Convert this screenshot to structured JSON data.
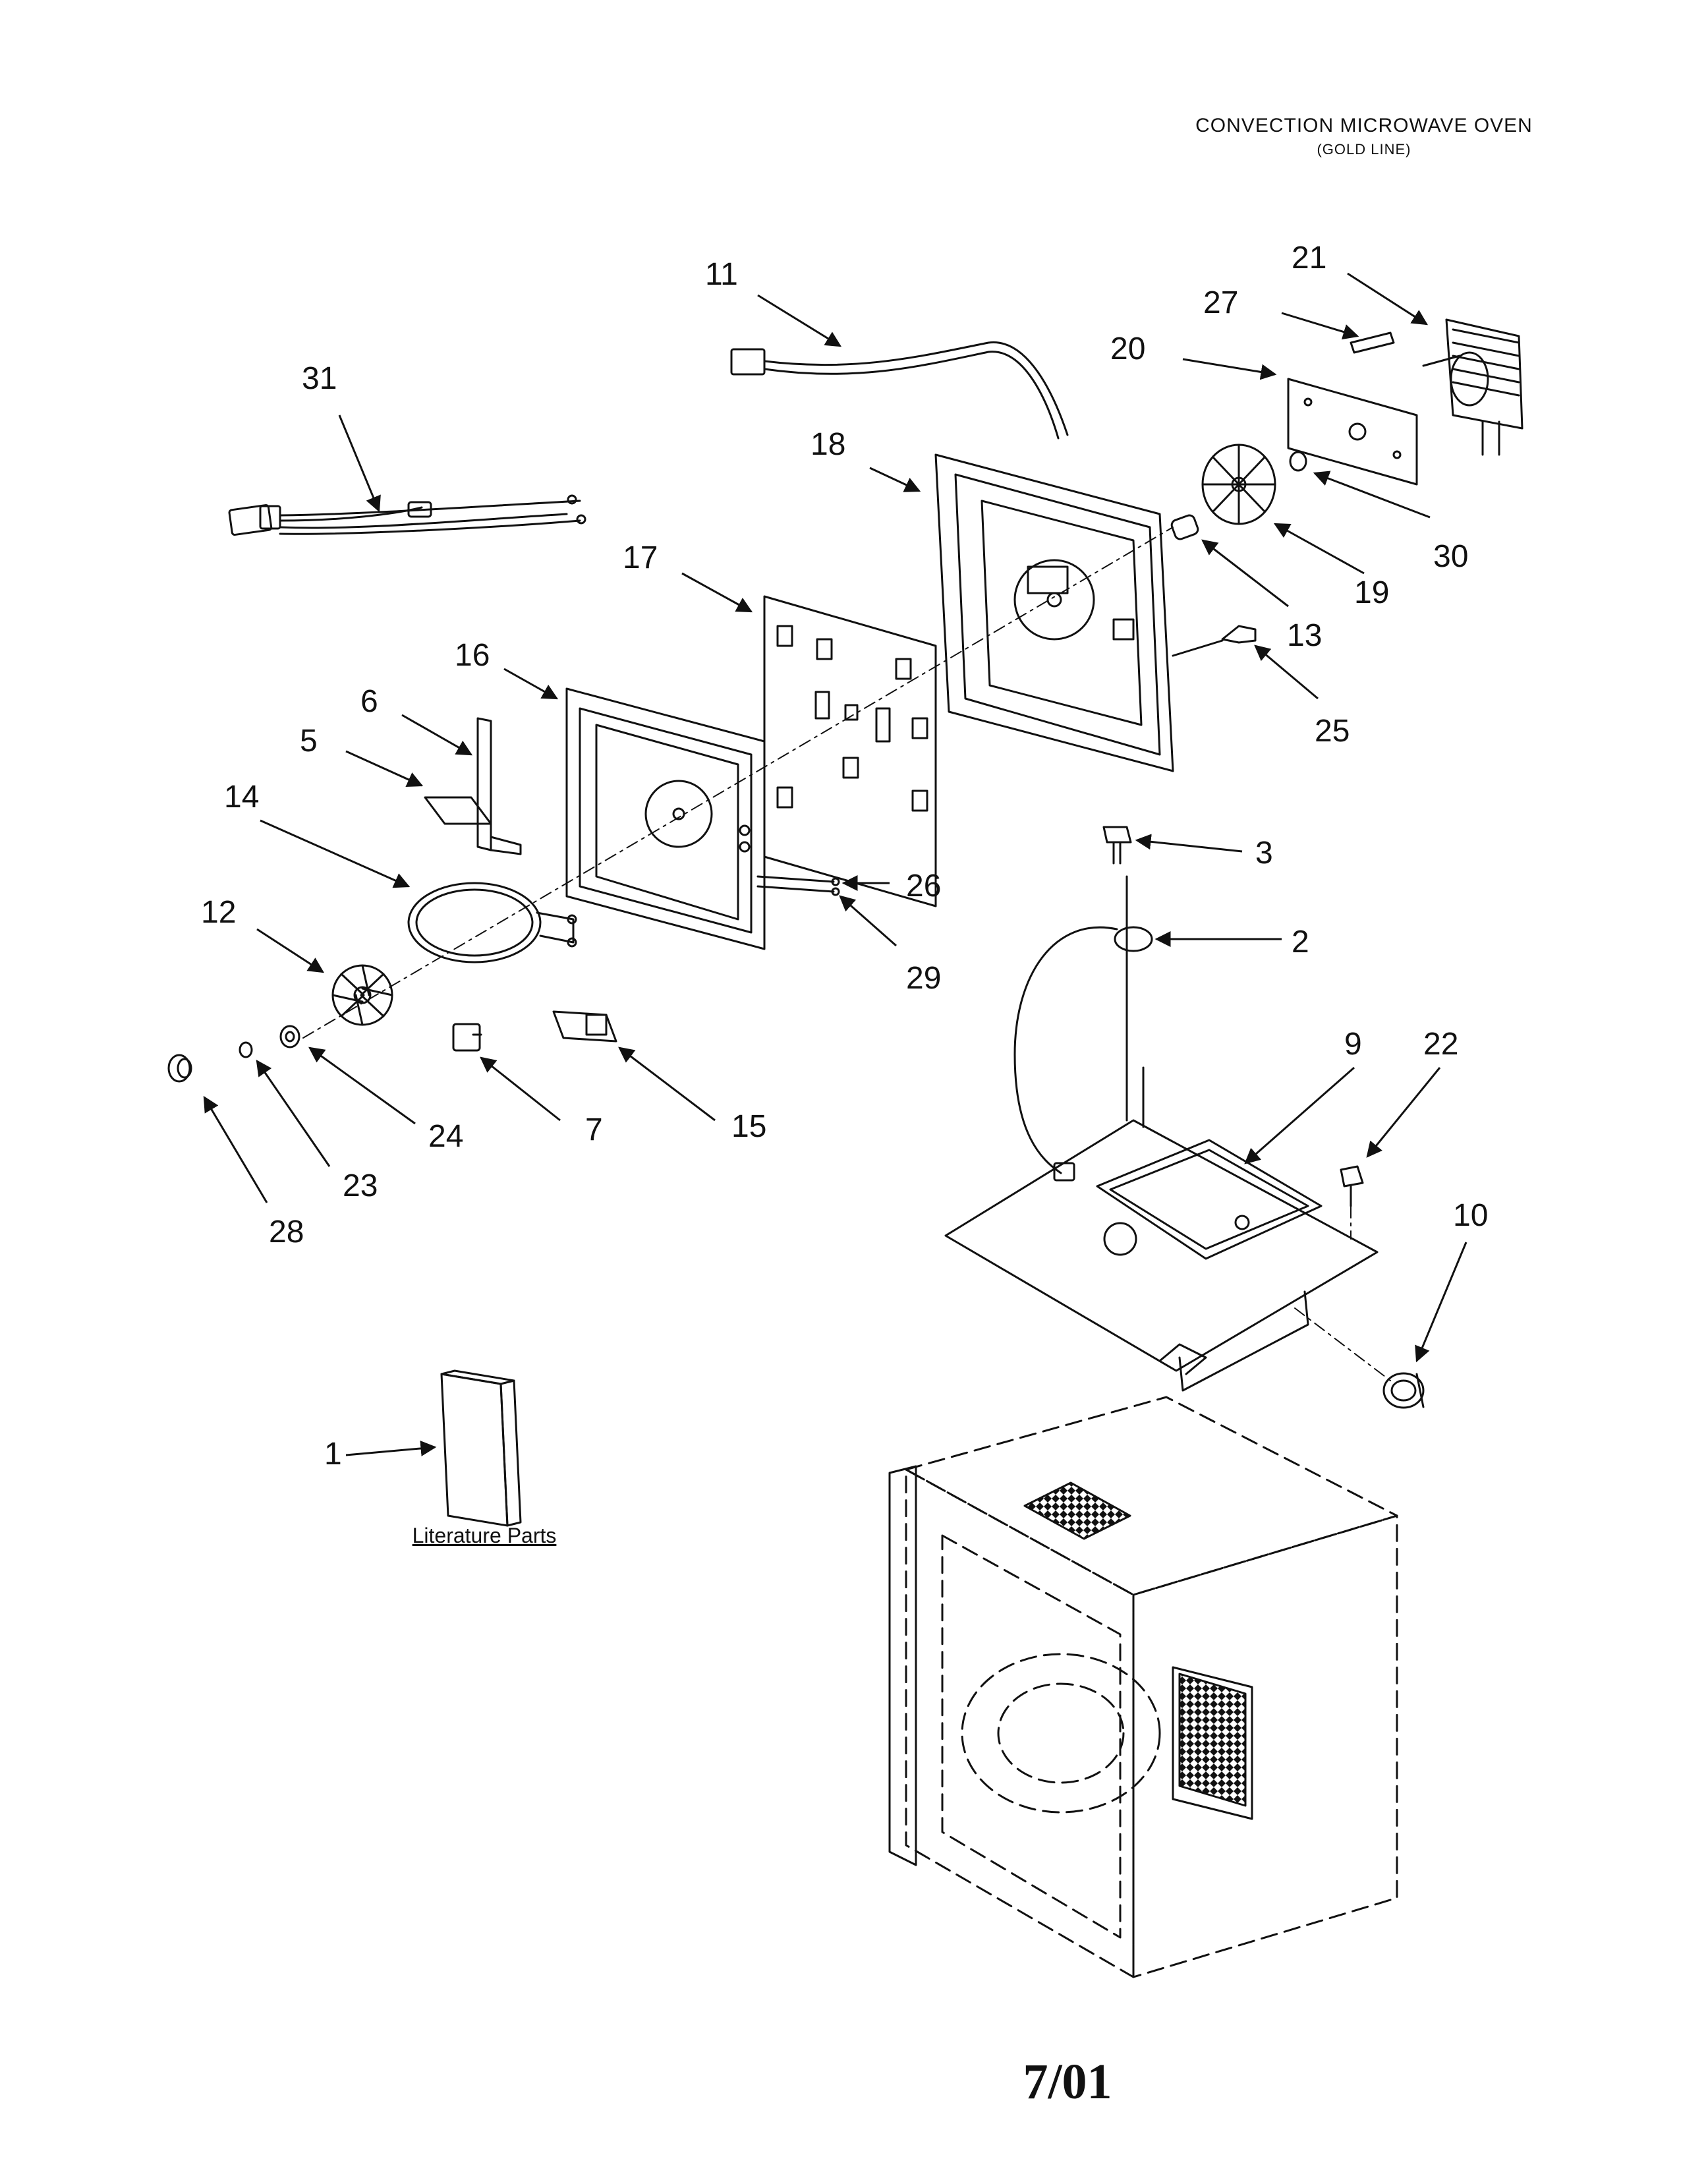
{
  "header": {
    "title": "CONVECTION MICROWAVE OVEN",
    "subtitle": "(GOLD LINE)"
  },
  "callouts": {
    "c1": "1",
    "c2": "2",
    "c3": "3",
    "c5": "5",
    "c6": "6",
    "c7": "7",
    "c9": "9",
    "c10": "10",
    "c11": "11",
    "c12": "12",
    "c13": "13",
    "c14": "14",
    "c15": "15",
    "c16": "16",
    "c17": "17",
    "c18": "18",
    "c19": "19",
    "c20": "20",
    "c21": "21",
    "c22": "22",
    "c23": "23",
    "c24": "24",
    "c25": "25",
    "c26": "26",
    "c27": "27",
    "c28": "28",
    "c29": "29",
    "c30": "30",
    "c31": "31"
  },
  "literature_label": "Literature Parts",
  "footer": {
    "date_code": "7/01"
  }
}
